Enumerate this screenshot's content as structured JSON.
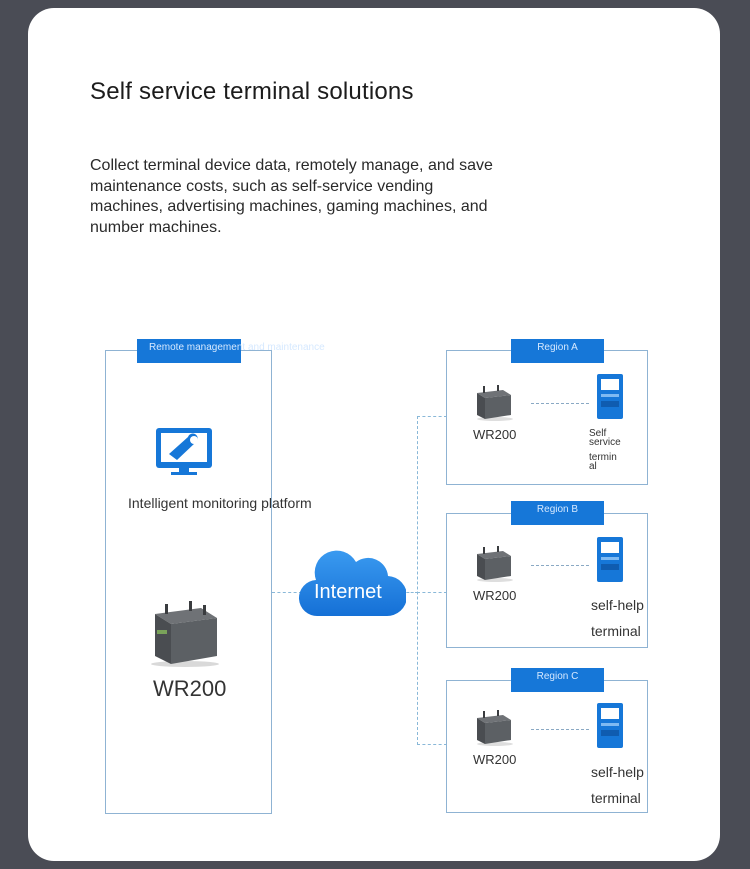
{
  "heading": "Self service terminal solutions",
  "intro": "Collect terminal device data, remotely manage, and save maintenance costs, such as self-service vending machines, advertising machines, gaming machines, and number machines.",
  "left_panel": {
    "tag": "Remote management and maintenance",
    "platform_label": "Intelligent monitoring platform",
    "router_label": "WR200"
  },
  "cloud_label": "Internet",
  "regions": [
    {
      "tag": "Region A",
      "router_label": "WR200",
      "terminal_lines": [
        "Self",
        "service",
        "termin",
        "al"
      ]
    },
    {
      "tag": "Region B",
      "router_label": "WR200",
      "terminal_lines": [
        "self-help",
        "terminal"
      ]
    },
    {
      "tag": "Region C",
      "router_label": "WR200",
      "terminal_lines": [
        "self-help",
        "terminal"
      ]
    }
  ],
  "colors": {
    "accent_blue": "#1677d8",
    "panel_border": "#8fb3d3",
    "dashed_line": "#89b8d8",
    "page_background": "#4a4c55"
  },
  "icons": {
    "platform": "monitor-wrench-icon",
    "router": "router-device-icon",
    "terminal": "kiosk-terminal-icon",
    "cloud": "cloud-icon"
  }
}
